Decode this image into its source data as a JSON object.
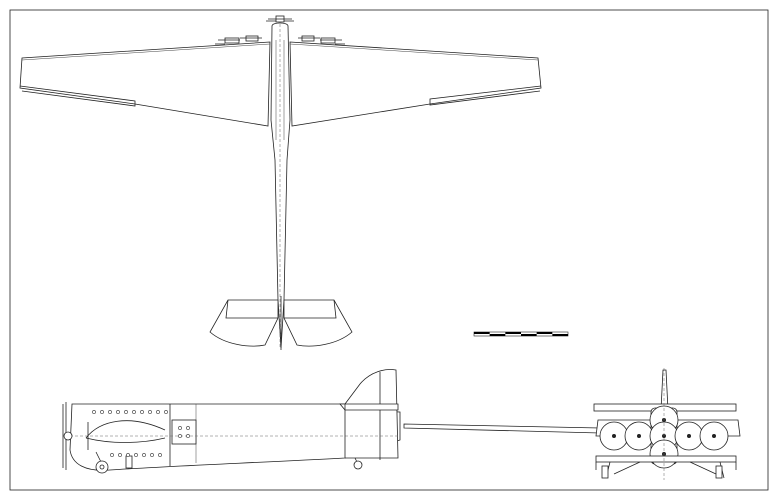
{
  "drawing": {
    "views": [
      "top-view",
      "side-view",
      "front-view"
    ],
    "scale_bar": {
      "segments": 6
    },
    "colors": {
      "line": "#222222",
      "paper": "#ffffff",
      "scale_fill": "#000000"
    }
  }
}
